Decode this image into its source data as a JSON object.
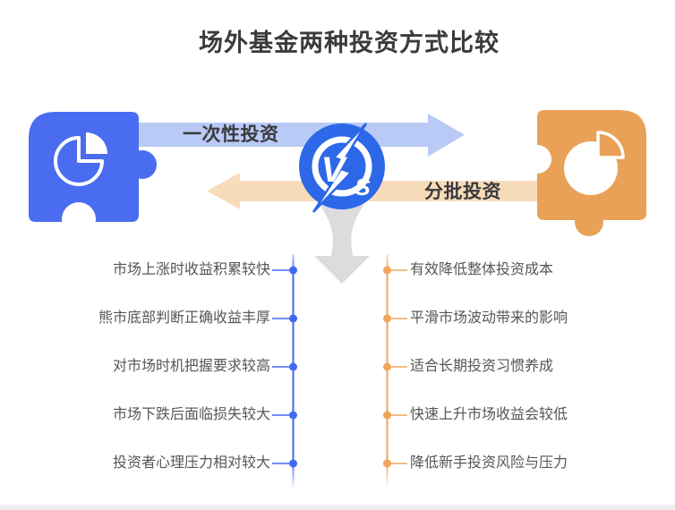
{
  "title": "场外基金两种投资方式比较",
  "vs_badge": {
    "v": "V",
    "s": "S"
  },
  "arrows": {
    "lump_sum_label": "一次性投资",
    "batch_label": "分批投资"
  },
  "lump_sum_points": [
    "市场上涨时收益积累较快",
    "熊市底部判断正确收益丰厚",
    "对市场时机把握要求较高",
    "市场下跌后面临损失较大",
    "投资者心理压力相对较大"
  ],
  "batch_points": [
    "有效降低整体投资成本",
    "平滑市场波动带来的影响",
    "适合长期投资习惯养成",
    "快速上升市场收益会较低",
    "降低新手投资风险与压力"
  ],
  "colors": {
    "blue": "#4a6cf0",
    "blue_accent": "#4169f0",
    "blue_light": "#b9caf6",
    "vs_blue": "#2c68e8",
    "orange": "#e9a157",
    "orange_accent": "#f0a55c",
    "orange_light": "#f8dcba",
    "gray_arrow": "#dcdcde",
    "title_text": "#3b3b3e",
    "item_text": "#55565a"
  },
  "icons": {
    "left_piece": "pie-chart-icon",
    "right_piece": "pie-chart-icon",
    "center": "lightning-bolt-icon"
  }
}
